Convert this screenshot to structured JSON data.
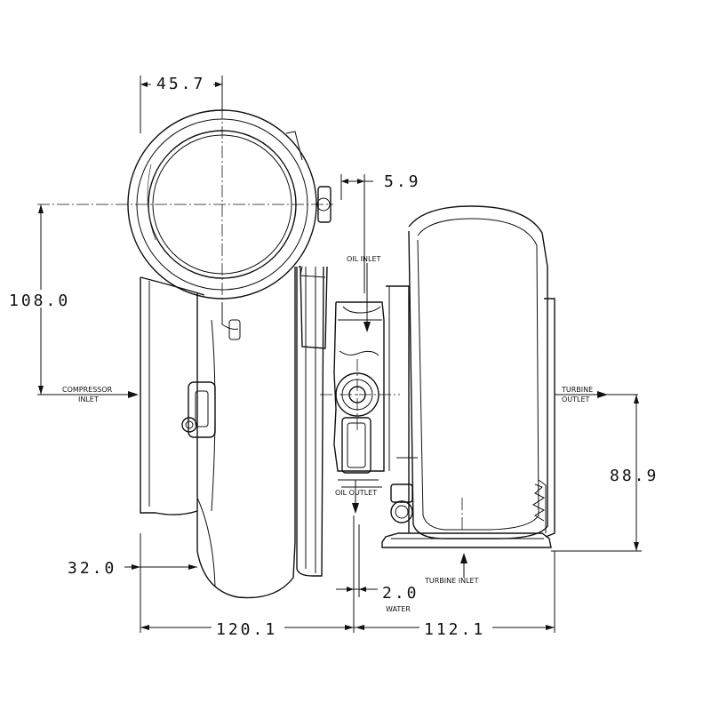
{
  "dimensions": {
    "compressor_inlet_offset": "45.7",
    "oil_offset": "5.9",
    "inlet_height": "108.0",
    "outlet_height": "88.9",
    "flange_offset": "32.0",
    "water_offset": "2.0",
    "compressor_length": "120.1",
    "turbine_length": "112.1"
  },
  "labels": {
    "oil_inlet": "OIL INLET",
    "oil_outlet": "OIL OUTLET",
    "compressor_inlet_1": "COMPRESSOR",
    "compressor_inlet_2": "INLET",
    "turbine_outlet_1": "TURBINE",
    "turbine_outlet_2": "OUTLET",
    "turbine_inlet": "TURBINE INLET",
    "water": "WATER"
  }
}
